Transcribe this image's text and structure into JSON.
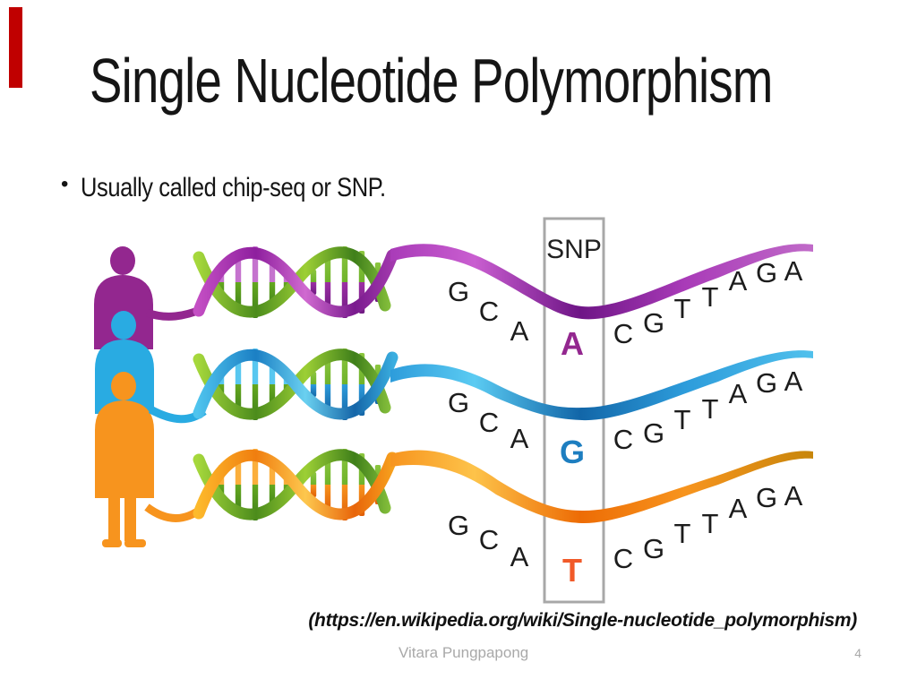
{
  "slide": {
    "title": "Single Nucleotide Polymorphism",
    "bullet_marker": "•",
    "bullet_text": "Usually called chip-seq or SNP.",
    "caption": "(https://en.wikipedia.org/wiki/Single-nucleotide_polymorphism)",
    "footer_author": "Vitara Pungpapong",
    "page_number": "4"
  },
  "figure": {
    "snp_box_label": "SNP",
    "helix_green": "#6FB32B",
    "marker_color": "#C00000",
    "rows": [
      {
        "variant": "purple",
        "color": "#93278F",
        "left_letters": [
          "G",
          "C",
          "A"
        ],
        "snp_letter": "A",
        "snp_letter_color": "#93278F",
        "right_letters": [
          "C",
          "G",
          "T",
          "T",
          "A",
          "G",
          "A"
        ]
      },
      {
        "variant": "blue",
        "color": "#29ABE2",
        "left_letters": [
          "G",
          "C",
          "A"
        ],
        "snp_letter": "G",
        "snp_letter_color": "#1D7EC0",
        "right_letters": [
          "C",
          "G",
          "T",
          "T",
          "A",
          "G",
          "A"
        ]
      },
      {
        "variant": "orange",
        "color": "#F7941E",
        "left_letters": [
          "G",
          "C",
          "A"
        ],
        "snp_letter": "T",
        "snp_letter_color": "#F15A29",
        "right_letters": [
          "C",
          "G",
          "T",
          "T",
          "A",
          "G",
          "A"
        ]
      }
    ]
  }
}
